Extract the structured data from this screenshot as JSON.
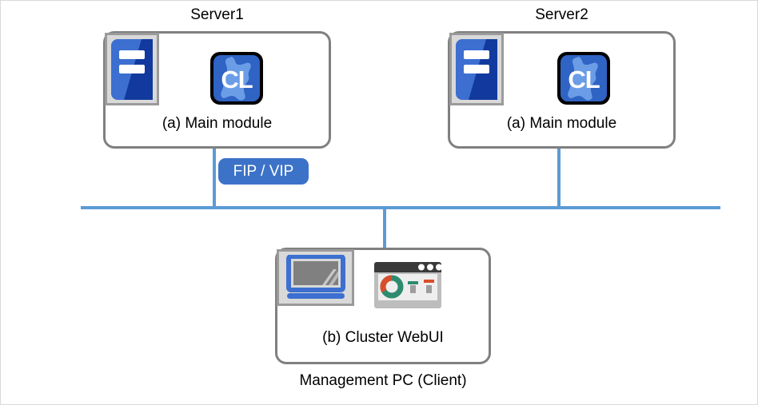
{
  "diagram": {
    "background_color": "#ffffff",
    "frame_border_color": "#d9d9d9",
    "box_border_color": "#808080",
    "link_color": "#5b9bd5",
    "badge_color": "#3c73c8",
    "icon_blue": "#3c6fd0",
    "icon_dark_blue": "#123a9e",
    "icon_gray": "#d9d9d9",
    "donut_green": "#2e8b6f",
    "donut_red": "#d94e2a"
  },
  "nodes": {
    "server1": {
      "title": "Server1",
      "module_label": "(a) Main module",
      "server_icon_name": "server-rack-icon",
      "app_icon_name": "cluster-cl-icon",
      "app_icon_text": "CL"
    },
    "server2": {
      "title": "Server2",
      "module_label": "(a) Main module",
      "server_icon_name": "server-rack-icon",
      "app_icon_name": "cluster-cl-icon",
      "app_icon_text": "CL"
    },
    "management_pc": {
      "title": "Management PC (Client)",
      "module_label": "(b) Cluster WebUI",
      "laptop_icon_name": "laptop-icon",
      "browser_icon_name": "browser-webui-icon"
    }
  },
  "network": {
    "fip_vip_label": "FIP / VIP",
    "bus_name": "network-bus"
  }
}
